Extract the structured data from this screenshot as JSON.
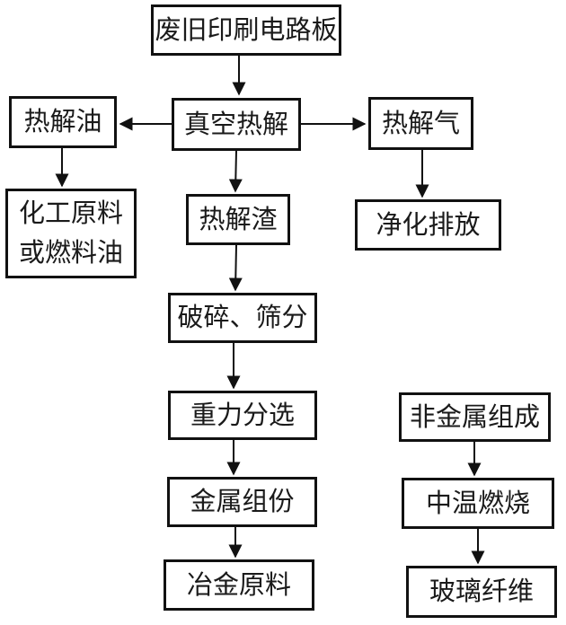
{
  "diagram": {
    "background_color": "#ffffff",
    "line_color": "#111111",
    "text_color": "#1a1a1a",
    "nodes": {
      "wpcb": {
        "label": "废旧印刷电路板"
      },
      "pyrolysis_oil": {
        "label": "热解油"
      },
      "vacuum_pyrolysis": {
        "label": "真空热解"
      },
      "pyrolysis_gas": {
        "label": "热解气"
      },
      "chem_or_fuel_oil": {
        "label": "化工原料或燃料油"
      },
      "pyrolysis_residue": {
        "label": "热解渣"
      },
      "purified_discharge": {
        "label": "净化排放"
      },
      "crush_screen": {
        "label": "破碎、筛分"
      },
      "gravity_separation": {
        "label": "重力分选"
      },
      "metal_fraction": {
        "label": "金属组份"
      },
      "metallurgy_material": {
        "label": "冶金原料"
      },
      "nonmetal_fraction": {
        "label": "非金属组成"
      },
      "mid_temp_combustion": {
        "label": "中温燃烧"
      },
      "glass_fiber": {
        "label": "玻璃纤维"
      }
    },
    "edges": [
      {
        "from": "废旧印刷电路板",
        "to": "真空热解"
      },
      {
        "from": "真空热解",
        "to": "热解油"
      },
      {
        "from": "真空热解",
        "to": "热解气"
      },
      {
        "from": "真空热解",
        "to": "热解渣"
      },
      {
        "from": "热解油",
        "to": "化工原料或燃料油"
      },
      {
        "from": "热解气",
        "to": "净化排放"
      },
      {
        "from": "热解渣",
        "to": "破碎、筛分"
      },
      {
        "from": "破碎、筛分",
        "to": "重力分选"
      },
      {
        "from": "重力分选",
        "to": "金属组份"
      },
      {
        "from": "金属组份",
        "to": "冶金原料"
      },
      {
        "from": "非金属组成",
        "to": "中温燃烧"
      },
      {
        "from": "中温燃烧",
        "to": "玻璃纤维"
      }
    ]
  }
}
